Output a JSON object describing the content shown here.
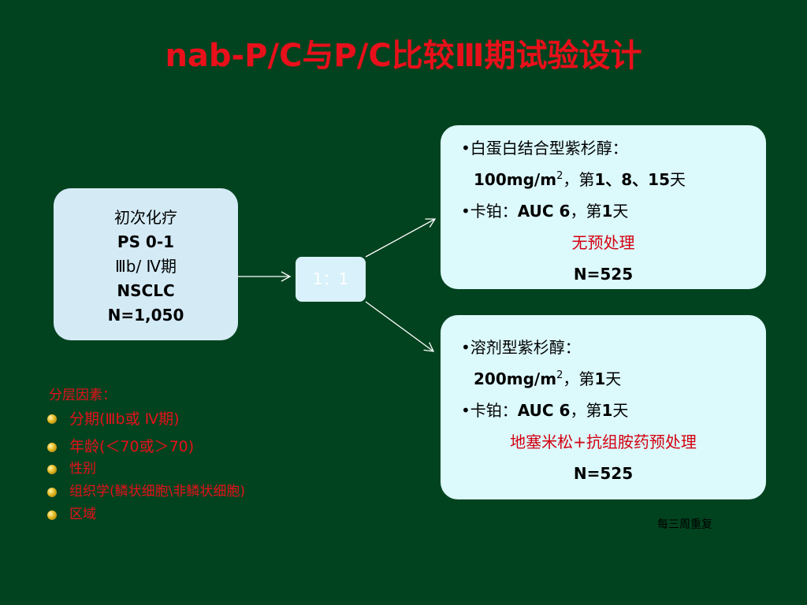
{
  "title": "nab-P/C与P/C比较Ⅲ期试验设计",
  "patients": {
    "line1": "初次化疗",
    "line2": "PS 0-1",
    "line3": "Ⅲb/ Ⅳ期",
    "line4": "NSCLC",
    "line5": "N=1,050"
  },
  "randomization": "1：1",
  "arm_nab": {
    "drug_bullet": "•",
    "drug": "白蛋白结合型紫杉醇：",
    "dose_value": "100mg/m",
    "dose_sup": "2",
    "dose_sep": "，",
    "schedule_prefix": "第",
    "schedule_days": "1、8、15",
    "schedule_suffix": "天",
    "carbo_bullet": "•",
    "carbo_label": "卡铂：",
    "carbo_dose": "AUC 6",
    "carbo_sep": "，第",
    "carbo_day": "1",
    "carbo_suffix": "天",
    "premed": "无预处理",
    "n": "N=525"
  },
  "arm_sb": {
    "drug_bullet": "•",
    "drug": "溶剂型紫杉醇：",
    "dose_value": "200mg/m",
    "dose_sup": "2",
    "dose_sep": "，",
    "schedule_prefix": "第",
    "schedule_days": "1",
    "schedule_suffix": "天",
    "carbo_bullet": "•",
    "carbo_label": "卡铂：",
    "carbo_dose": "AUC 6",
    "carbo_sep": "，第",
    "carbo_day": "1",
    "carbo_suffix": "天",
    "premed": "地塞米松+抗组胺药预处理",
    "n": "N=525"
  },
  "stratification": {
    "heading": "分层因素：",
    "items": [
      "分期(Ⅲb或 Ⅳ期)",
      "年龄(＜70或＞70)",
      "性别",
      "组织学(鳞状细胞\\非鳞状细胞)",
      "区域"
    ]
  },
  "repeat_note": "每三周重复",
  "colors": {
    "background": "#02431f",
    "title": "#e8101a",
    "box_fill": "#dcf9fc",
    "accent_red": "#d4000f",
    "arrow": "#ffffff"
  }
}
